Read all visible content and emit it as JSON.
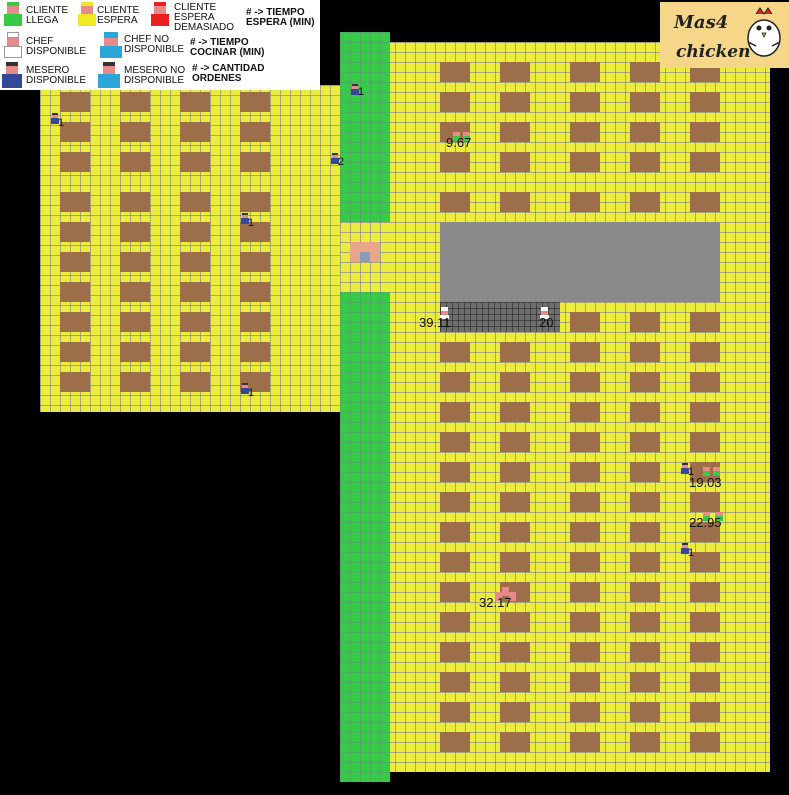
{
  "legend": {
    "customer_arrives": "CLIENTE\nLLEGA",
    "customer_waits": "CLIENTE\nESPERA",
    "customer_waits_too_long": "CLIENTE\nESPERA\nDEMASIADO",
    "wait_time_key": "# -> TIEMPO\nESPERA (MIN)",
    "chef_available": "CHEF\nDISPONIBLE",
    "chef_unavailable": "CHEF NO\nDISPONIBLE",
    "cook_time_key": "# -> TIEMPO\nCOCINAR (MIN)",
    "waiter_available": "MESERO\nDISPONIBLE",
    "waiter_unavailable": "MESERO NO\nDISPONIBLE",
    "order_count_key": "# -> CANTIDAD\nORDENES"
  },
  "logo": {
    "line1": "Mas4",
    "line2": "chicken"
  },
  "colors": {
    "floor": "#ecec3c",
    "corridor": "#33cc44",
    "table": "#9c6e4a",
    "kitchen": "#8a8a8a",
    "customer_arrives": "#33cc44",
    "customer_waits": "#f1e826",
    "customer_waits_too_long": "#e8201f",
    "waiter": "#34489a",
    "waiter_busy": "#2aa6d8"
  },
  "waiters": [
    {
      "label": "1"
    },
    {
      "label": "1"
    },
    {
      "label": "2"
    },
    {
      "label": "1"
    },
    {
      "label": "1"
    },
    {
      "label": "1"
    },
    {
      "label": "1"
    }
  ],
  "chefs": [
    {
      "label": "39.11"
    },
    {
      "label": "20"
    }
  ],
  "customer_groups": [
    {
      "label": "9.67",
      "state": "arrives"
    },
    {
      "label": "19.03",
      "state": "arrives"
    },
    {
      "label": "22.95",
      "state": "arrives"
    },
    {
      "label": "32.17",
      "state": "arrives"
    }
  ]
}
